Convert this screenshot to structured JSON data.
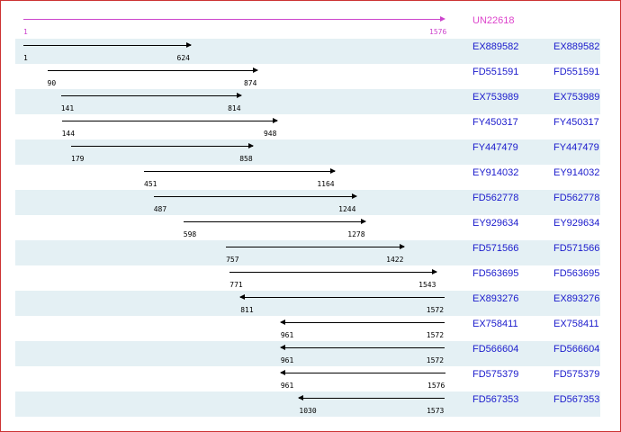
{
  "reference": {
    "label": "UN22618",
    "start": "1",
    "end": "1576",
    "from": 1,
    "to": 1576,
    "color": "#cc44cc"
  },
  "scale": {
    "min": 1,
    "max": 1576
  },
  "colors": {
    "frame_border": "#cc3333",
    "row_shade": "#e4f0f4",
    "link": "#1a1acc",
    "reference": "#dd44cc"
  },
  "alignments": [
    {
      "id": "EX889582",
      "label_col1": "EX889582",
      "label_col2": "EX889582",
      "start": "1",
      "end": "624",
      "from": 1,
      "to": 624,
      "direction": "forward"
    },
    {
      "id": "FD551591",
      "label_col1": "FD551591",
      "label_col2": "FD551591",
      "start": "90",
      "end": "874",
      "from": 90,
      "to": 874,
      "direction": "forward"
    },
    {
      "id": "EX753989",
      "label_col1": "EX753989",
      "label_col2": "EX753989",
      "start": "141",
      "end": "814",
      "from": 141,
      "to": 814,
      "direction": "forward"
    },
    {
      "id": "FY450317",
      "label_col1": "FY450317",
      "label_col2": "FY450317",
      "start": "144",
      "end": "948",
      "from": 144,
      "to": 948,
      "direction": "forward"
    },
    {
      "id": "FY447479",
      "label_col1": "FY447479",
      "label_col2": "FY447479",
      "start": "179",
      "end": "858",
      "from": 179,
      "to": 858,
      "direction": "forward"
    },
    {
      "id": "EY914032",
      "label_col1": "EY914032",
      "label_col2": "EY914032",
      "start": "451",
      "end": "1164",
      "from": 451,
      "to": 1164,
      "direction": "forward"
    },
    {
      "id": "FD562778",
      "label_col1": "FD562778",
      "label_col2": "FD562778",
      "start": "487",
      "end": "1244",
      "from": 487,
      "to": 1244,
      "direction": "forward"
    },
    {
      "id": "EY929634",
      "label_col1": "EY929634",
      "label_col2": "EY929634",
      "start": "598",
      "end": "1278",
      "from": 598,
      "to": 1278,
      "direction": "forward"
    },
    {
      "id": "FD571566",
      "label_col1": "FD571566",
      "label_col2": "FD571566",
      "start": "757",
      "end": "1422",
      "from": 757,
      "to": 1422,
      "direction": "forward"
    },
    {
      "id": "FD563695",
      "label_col1": "FD563695",
      "label_col2": "FD563695",
      "start": "771",
      "end": "1543",
      "from": 771,
      "to": 1543,
      "direction": "forward"
    },
    {
      "id": "EX893276",
      "label_col1": "EX893276",
      "label_col2": "EX893276",
      "start": "811",
      "end": "1572",
      "from": 811,
      "to": 1572,
      "direction": "reverse"
    },
    {
      "id": "EX758411",
      "label_col1": "EX758411",
      "label_col2": "EX758411",
      "start": "961",
      "end": "1572",
      "from": 961,
      "to": 1572,
      "direction": "reverse"
    },
    {
      "id": "FD566604",
      "label_col1": "FD566604",
      "label_col2": "FD566604",
      "start": "961",
      "end": "1572",
      "from": 961,
      "to": 1572,
      "direction": "reverse"
    },
    {
      "id": "FD575379",
      "label_col1": "FD575379",
      "label_col2": "FD575379",
      "start": "961",
      "end": "1576",
      "from": 961,
      "to": 1576,
      "direction": "reverse"
    },
    {
      "id": "FD567353",
      "label_col1": "FD567353",
      "label_col2": "FD567353",
      "start": "1030",
      "end": "1573",
      "from": 1030,
      "to": 1573,
      "direction": "reverse"
    }
  ]
}
